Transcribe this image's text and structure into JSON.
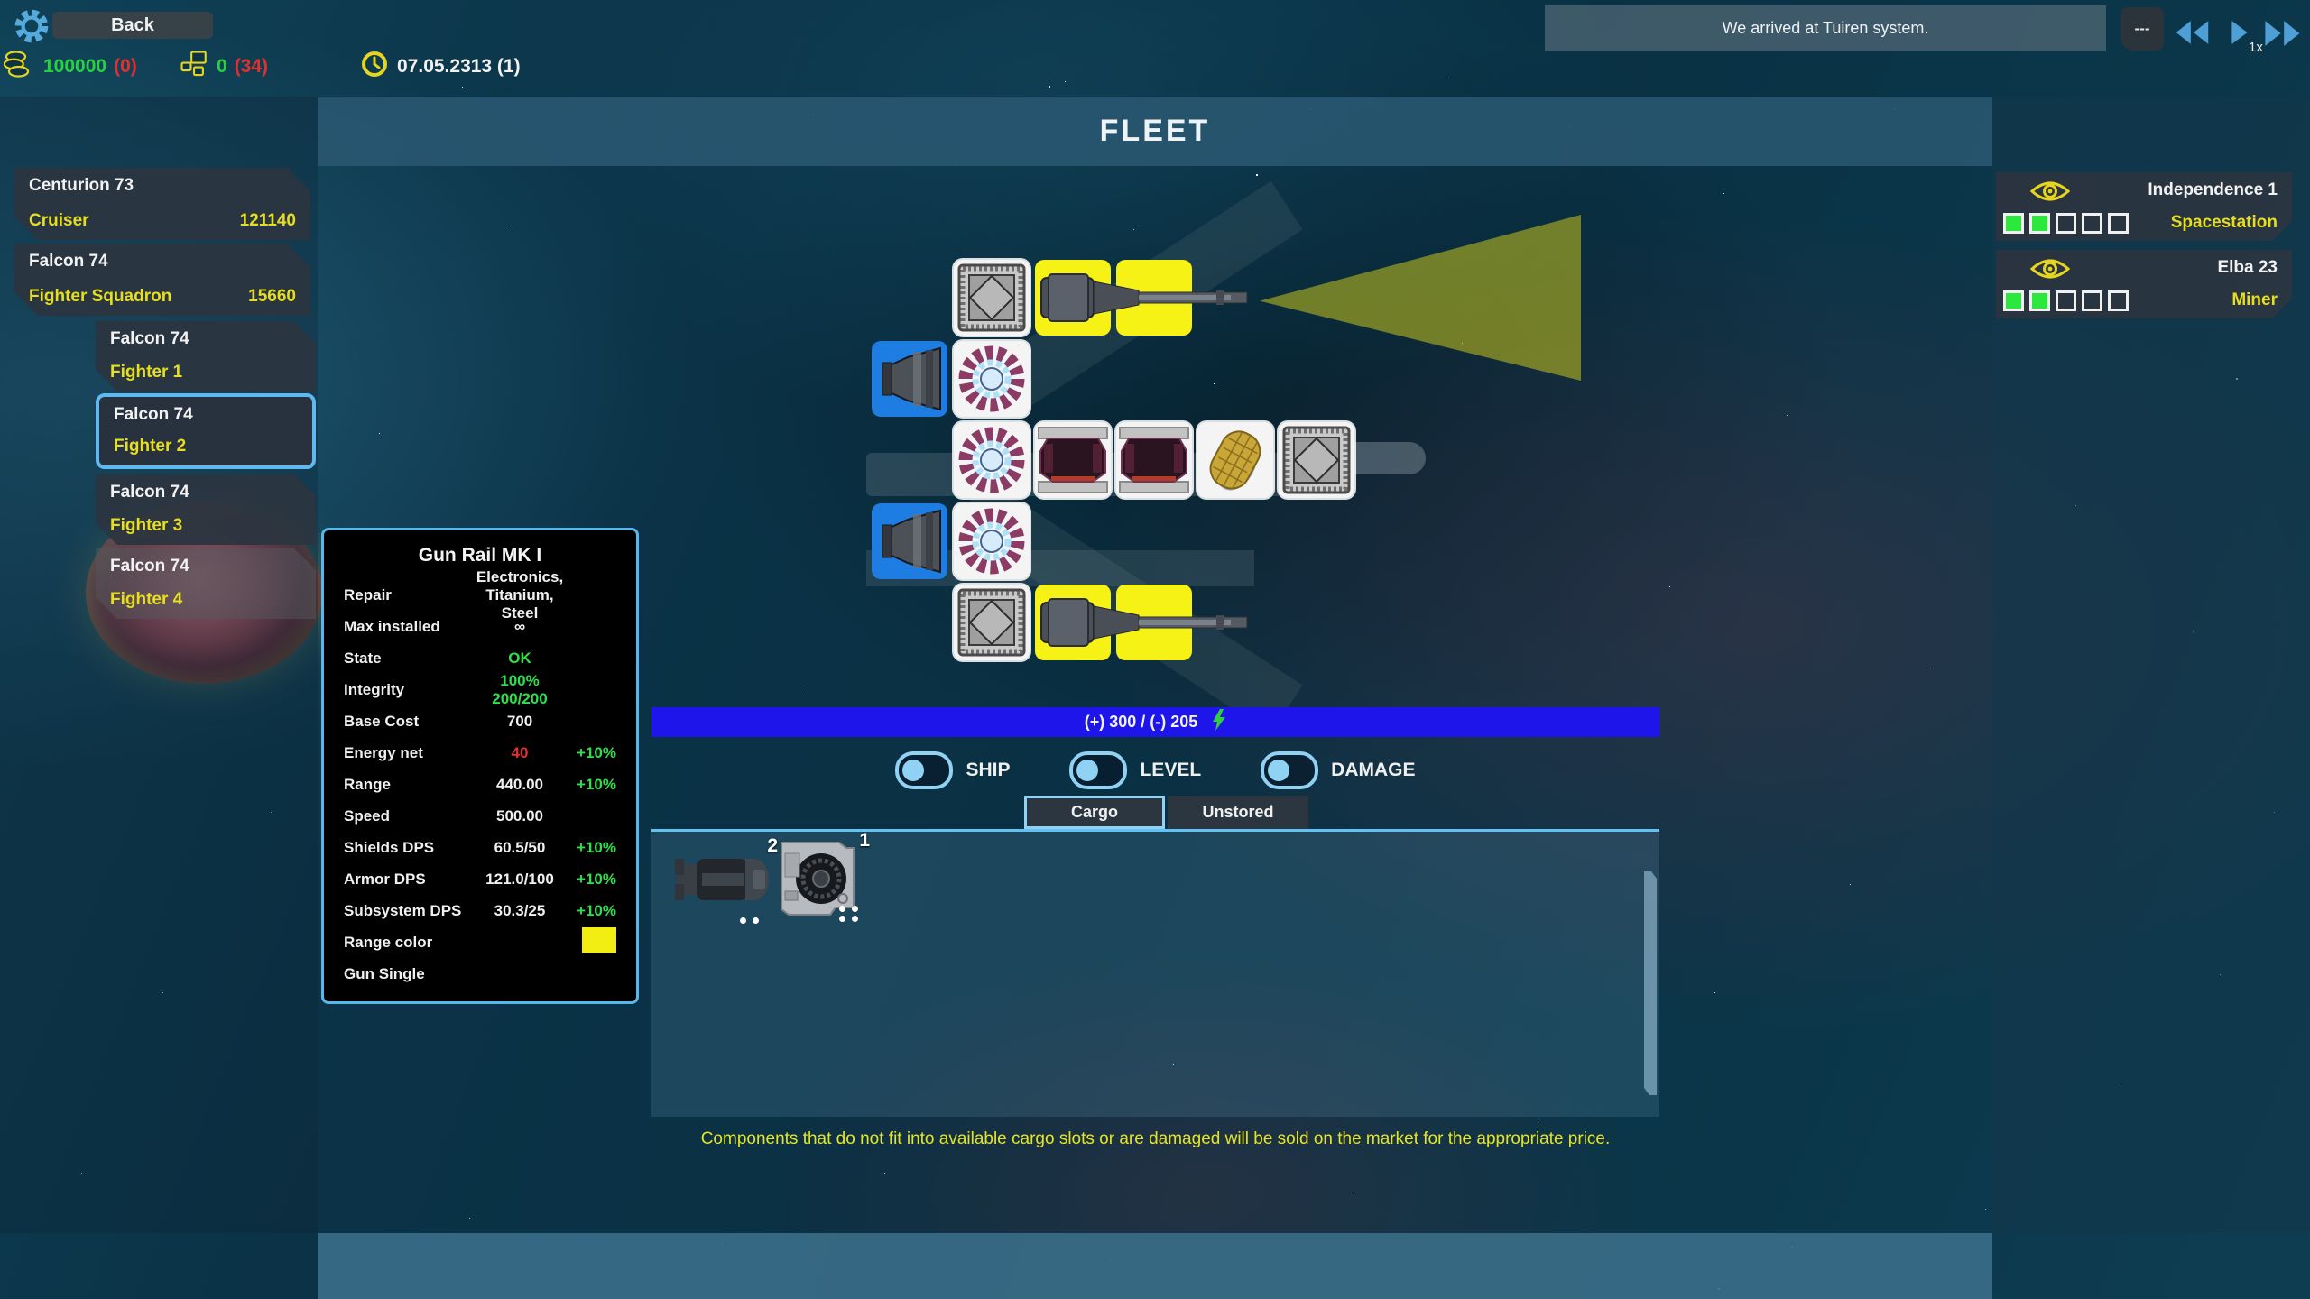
{
  "top_bar": {
    "back_label": "Back",
    "credits_value": "100000",
    "credits_delta": "(0)",
    "resources_value": "0",
    "resources_delta": "(34)",
    "date_text": "07.05.2313 (1)",
    "notification": "We arrived at Tuiren system.",
    "pause_label": "---",
    "speed_label": "1x"
  },
  "header": {
    "title": "FLEET"
  },
  "fleet_list": [
    {
      "name": "Centurion 73",
      "type": "Cruiser",
      "value": "121140"
    },
    {
      "name": "Falcon 74",
      "type": "Fighter Squadron",
      "value": "15660"
    }
  ],
  "fighters": [
    {
      "name": "Falcon 74",
      "type": "Fighter 1"
    },
    {
      "name": "Falcon 74",
      "type": "Fighter 2"
    },
    {
      "name": "Falcon 74",
      "type": "Fighter 3"
    },
    {
      "name": "Falcon 74",
      "type": "Fighter 4"
    }
  ],
  "selected_fighter": "Fighter 2",
  "tooltip": {
    "title": "Gun Rail MK I",
    "rows": [
      {
        "label": "Repair",
        "value": "Electronics, Titanium, Steel"
      },
      {
        "label": "Max installed",
        "value": "∞"
      },
      {
        "label": "State",
        "value": "OK"
      },
      {
        "label": "Integrity",
        "value": "100% 200/200"
      },
      {
        "label": "Base Cost",
        "value": "700"
      },
      {
        "label": "Energy net",
        "value": "40",
        "bonus": "+10%"
      },
      {
        "label": "Range",
        "value": "440.00",
        "bonus": "+10%"
      },
      {
        "label": "Speed",
        "value": "500.00"
      },
      {
        "label": "Shields DPS",
        "value": "60.5/50",
        "bonus": "+10%"
      },
      {
        "label": "Armor DPS",
        "value": "121.0/100",
        "bonus": "+10%"
      },
      {
        "label": "Subsystem DPS",
        "value": "30.3/25",
        "bonus": "+10%"
      },
      {
        "label": "Range color",
        "swatch_color": "#f2ee12"
      },
      {
        "label": "Gun Single"
      }
    ]
  },
  "energy_bar": {
    "text": "(+) 300 / (-) 205"
  },
  "toggles": [
    {
      "label": "SHIP"
    },
    {
      "label": "LEVEL"
    },
    {
      "label": "DAMAGE"
    }
  ],
  "tabs": [
    {
      "label": "Cargo"
    },
    {
      "label": "Unstored"
    }
  ],
  "active_tab": "Cargo",
  "cargo": {
    "items": [
      {
        "icon": "railgun-component",
        "count": "2"
      },
      {
        "icon": "machinery-component",
        "count": "1"
      }
    ],
    "note": "Components that do not fit into available cargo slots or are damaged will be sold on the market for the appropriate price."
  },
  "nearby": [
    {
      "name": "Independence 1",
      "type": "Spacestation",
      "signal_filled": 2,
      "signal_total": 5
    },
    {
      "name": "Elba 23",
      "type": "Miner",
      "signal_filled": 2,
      "signal_total": 5
    }
  ],
  "colors": {
    "accent_blue": "#64bdee",
    "highlight_yellow": "#f6f215",
    "text_yellow": "#e6de1f",
    "positive_green": "#2fe04c",
    "negative_red": "#e23333",
    "energy_bar_blue": "#1d15ea"
  }
}
